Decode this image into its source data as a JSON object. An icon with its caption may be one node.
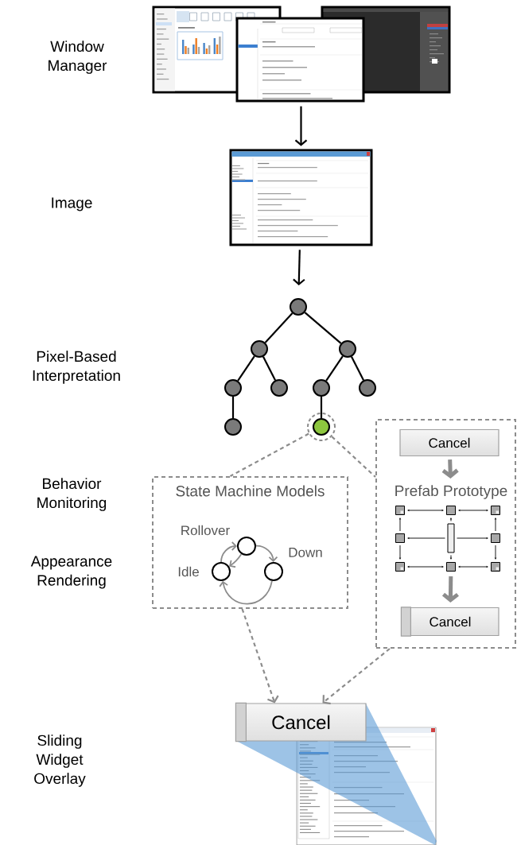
{
  "diagram": {
    "nodes": [
      {
        "text": [],
        "shape": "picture"
      },
      {
        "text": [],
        "shape": "picture"
      },
      {
        "text": [],
        "shape": "circle"
      },
      {
        "text": [],
        "shape": "circle"
      },
      {
        "text": [],
        "shape": "circle"
      },
      {
        "text": [],
        "shape": "circle"
      },
      {
        "text": [],
        "shape": "circle"
      },
      {
        "text": [],
        "shape": "circle"
      },
      {
        "text": [],
        "shape": "circle"
      },
      {
        "text": [],
        "shape": "circle"
      },
      {
        "text": [],
        "shape": "circle"
      },
      {
        "text": [
          "State Machine Models"
        ]
      },
      {
        "text": [],
        "shape": "circle",
        "beside": [
          "Idle"
        ],
        "in": 11
      },
      {
        "text": [],
        "shape": "circle",
        "beside": [
          "Rollover"
        ],
        "in": 11
      },
      {
        "text": [],
        "shape": "circle",
        "beside": [
          "Down"
        ],
        "in": 11
      },
      {
        "text": [],
        "shape": "box"
      },
      {
        "text": [
          "Cancel"
        ],
        "in": 15
      },
      {
        "text": [
          "Prefab Prototype"
        ],
        "in": 15
      },
      {
        "text": [],
        "shape": "box",
        "in": 15
      },
      {
        "text": [],
        "shape": "box",
        "in": 15
      },
      {
        "text": [],
        "shape": "box",
        "in": 15
      },
      {
        "text": [],
        "shape": "box",
        "in": 15
      },
      {
        "text": [],
        "shape": "bar",
        "in": 15
      },
      {
        "text": [],
        "shape": "box",
        "in": 15
      },
      {
        "text": [],
        "shape": "box",
        "in": 15
      },
      {
        "text": [],
        "shape": "box",
        "in": 15
      },
      {
        "text": [],
        "shape": "box",
        "in": 15
      },
      {
        "text": [
          "Cancel"
        ],
        "in": 15
      },
      {
        "text": [
          "Cancel"
        ]
      },
      {
        "text": [],
        "shape": "picture"
      }
    ],
    "edges": [
      {
        "from": 0,
        "to": 1,
        "arrow": "to"
      },
      {
        "from": 1,
        "to": 2,
        "arrow": "to"
      },
      {
        "from": 2,
        "to": 3,
        "arrow": "none"
      },
      {
        "from": 2,
        "to": 4,
        "arrow": "none"
      },
      {
        "from": 3,
        "to": 5,
        "arrow": "none"
      },
      {
        "from": 3,
        "to": 6,
        "arrow": "none"
      },
      {
        "from": 4,
        "to": 7,
        "arrow": "none"
      },
      {
        "from": 4,
        "to": 8,
        "arrow": "none"
      },
      {
        "from": 5,
        "to": 9,
        "arrow": "none"
      },
      {
        "from": 7,
        "to": 10,
        "arrow": "none"
      },
      {
        "from": 10,
        "to": 11,
        "arrow": "none",
        "style": "dashed",
        "color": "#8c8c8c"
      },
      {
        "from": 10,
        "to": 15,
        "arrow": "none",
        "style": "dashed",
        "color": "#8c8c8c"
      },
      {
        "from": 12,
        "to": 13,
        "arrow": "to",
        "color": "#8c8c8c"
      },
      {
        "from": 13,
        "to": 14,
        "arrow": "to",
        "color": "#8c8c8c"
      },
      {
        "from": 13,
        "to": 12,
        "arrow": "to",
        "color": "#8c8c8c"
      },
      {
        "from": 14,
        "to": 12,
        "arrow": "to",
        "color": "#8c8c8c"
      },
      {
        "from": 16,
        "to": 17,
        "arrow": "to",
        "style": "thick",
        "color": "#8c8c8c"
      },
      {
        "from": 18,
        "to": 19,
        "arrow": "both"
      },
      {
        "from": 19,
        "to": 20,
        "arrow": "both"
      },
      {
        "from": 21,
        "to": 18,
        "arrow": "to"
      },
      {
        "from": 21,
        "to": 24,
        "arrow": "to"
      },
      {
        "from": 23,
        "to": 20,
        "arrow": "to"
      },
      {
        "from": 23,
        "to": 26,
        "arrow": "to"
      },
      {
        "from": 22,
        "to": 19,
        "arrow": "to"
      },
      {
        "from": 22,
        "to": 21,
        "arrow": "to"
      },
      {
        "from": 22,
        "to": 23,
        "arrow": "to"
      },
      {
        "from": 22,
        "to": 25,
        "arrow": "to"
      },
      {
        "from": 24,
        "to": 25,
        "arrow": "both"
      },
      {
        "from": 25,
        "to": 26,
        "arrow": "both"
      },
      {
        "from": 25,
        "to": 27,
        "arrow": "to",
        "style": "thick",
        "color": "#8c8c8c"
      },
      {
        "from": 11,
        "to": 28,
        "arrow": "to",
        "style": "dashed",
        "color": "#8c8c8c"
      },
      {
        "from": 15,
        "to": 28,
        "arrow": "to",
        "style": "dashed",
        "color": "#8c8c8c"
      }
    ],
    "labels": [
      "Window Manager",
      "Image",
      "Pixel-Based Interpretation",
      "Behavior Monitoring",
      "Appearance Rendering",
      "Sliding Widget Overlay"
    ]
  }
}
